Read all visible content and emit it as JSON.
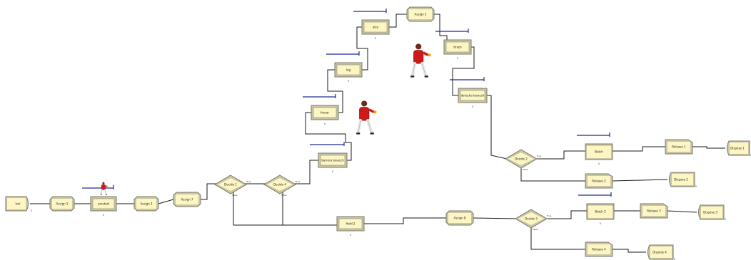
{
  "colors": {
    "fill": "#fdf6c3",
    "border_dark": "#7c7a66",
    "border_light": "#c9c6a8",
    "connector": "#1a1a1a",
    "queue_line": "#1e2a96",
    "worker_shirt": "#cc1a1a",
    "worker_pants": "#e8e8e8"
  },
  "modules": [
    {
      "id": "create_in",
      "label": "Ival",
      "type": "create"
    },
    {
      "id": "assign1",
      "label": "Assign 1",
      "type": "assign"
    },
    {
      "id": "process_pre",
      "label": "prestart",
      "type": "process"
    },
    {
      "id": "assign3",
      "label": "Assign 3",
      "type": "assign"
    },
    {
      "id": "assign7",
      "label": "Assign 7",
      "type": "assign"
    },
    {
      "id": "decide1",
      "label": "Decide 1",
      "type": "decide"
    },
    {
      "id": "decide4",
      "label": "Decide 4",
      "type": "decide"
    },
    {
      "id": "process_left",
      "label": "barrera lavacch",
      "type": "process"
    },
    {
      "id": "process_fre",
      "label": "frenar",
      "type": "process"
    },
    {
      "id": "process_leg",
      "label": "leg",
      "type": "process"
    },
    {
      "id": "process_alza",
      "label": "alza",
      "type": "process"
    },
    {
      "id": "assign5",
      "label": "Assign 5",
      "type": "assign"
    },
    {
      "id": "process_brazo",
      "label": "brazo",
      "type": "process"
    },
    {
      "id": "process_der",
      "label": "derecha lavacch",
      "type": "process"
    },
    {
      "id": "decide2",
      "label": "Decide 2",
      "type": "decide"
    },
    {
      "id": "batch1",
      "label": "Batch",
      "type": "batch"
    },
    {
      "id": "release1",
      "label": "Release 1",
      "type": "release"
    },
    {
      "id": "dispose1",
      "label": "Dispose 1",
      "type": "dispose"
    },
    {
      "id": "release2",
      "label": "Release 2",
      "type": "release"
    },
    {
      "id": "dispose2",
      "label": "Dispose 2",
      "type": "dispose"
    },
    {
      "id": "hold2",
      "label": "Hold 2",
      "type": "process"
    },
    {
      "id": "assign8",
      "label": "Assign 8",
      "type": "assign"
    },
    {
      "id": "decide3",
      "label": "Decide 3",
      "type": "decide"
    },
    {
      "id": "batch2",
      "label": "Batch 2",
      "type": "batch"
    },
    {
      "id": "release3",
      "label": "Release 3",
      "type": "release"
    },
    {
      "id": "dispose3",
      "label": "Dispose 3",
      "type": "dispose"
    },
    {
      "id": "release4",
      "label": "Release 4",
      "type": "release"
    },
    {
      "id": "dispose4",
      "label": "Dispose 4",
      "type": "dispose"
    }
  ],
  "counters": {
    "process_pre": "0",
    "process_left": "0",
    "process_fre": "0",
    "process_leg": "0",
    "process_alza": "0",
    "process_brazo": "0",
    "process_der": "0",
    "batch1": "0",
    "batch2": "0",
    "hold2": "0",
    "dispose1": "0",
    "dispose2": "0",
    "dispose3": "0",
    "dispose4": "0",
    "create_in": "0"
  },
  "decide_branches": {
    "true": "True",
    "false": "False"
  },
  "decide_counts": {
    "true": "0",
    "false": "0"
  }
}
